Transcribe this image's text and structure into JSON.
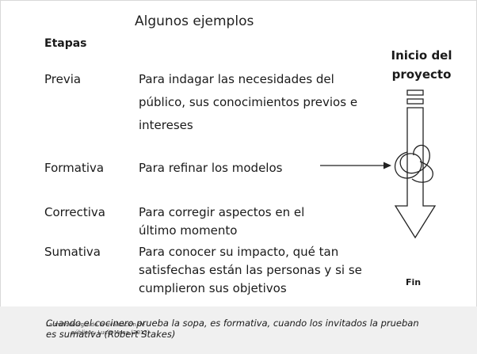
{
  "slide": {
    "title": "Algunos ejemplos",
    "column_heading": "Etapas",
    "stages": [
      {
        "name": "Previa",
        "description": "Para indagar las necesidades del público, sus conocimientos previos e intereses"
      },
      {
        "name": "Formativa",
        "description": "Para refinar los modelos"
      },
      {
        "name": "Correctiva",
        "description": "Para corregir aspectos en el último momento"
      },
      {
        "name": "Sumativa",
        "description": "Para conocer su impacto, qué tan satisfechas están las personas y si se cumplieron sus objetivos"
      }
    ],
    "diagram": {
      "start_label": "Inicio del proyecto",
      "end_label": "Fin",
      "line_color": "#222222"
    },
    "footer": {
      "quote": "Cuando el cocinero prueba la sopa, es formativa, cuando los invitados la prueban es sumativa (Robert Stakes)",
      "credit_line_1": "La metodología de la evaluación de",
      "credit_line_2": "públicos. Lucía Mena (2013)",
      "background": "#f0f0f0"
    }
  }
}
